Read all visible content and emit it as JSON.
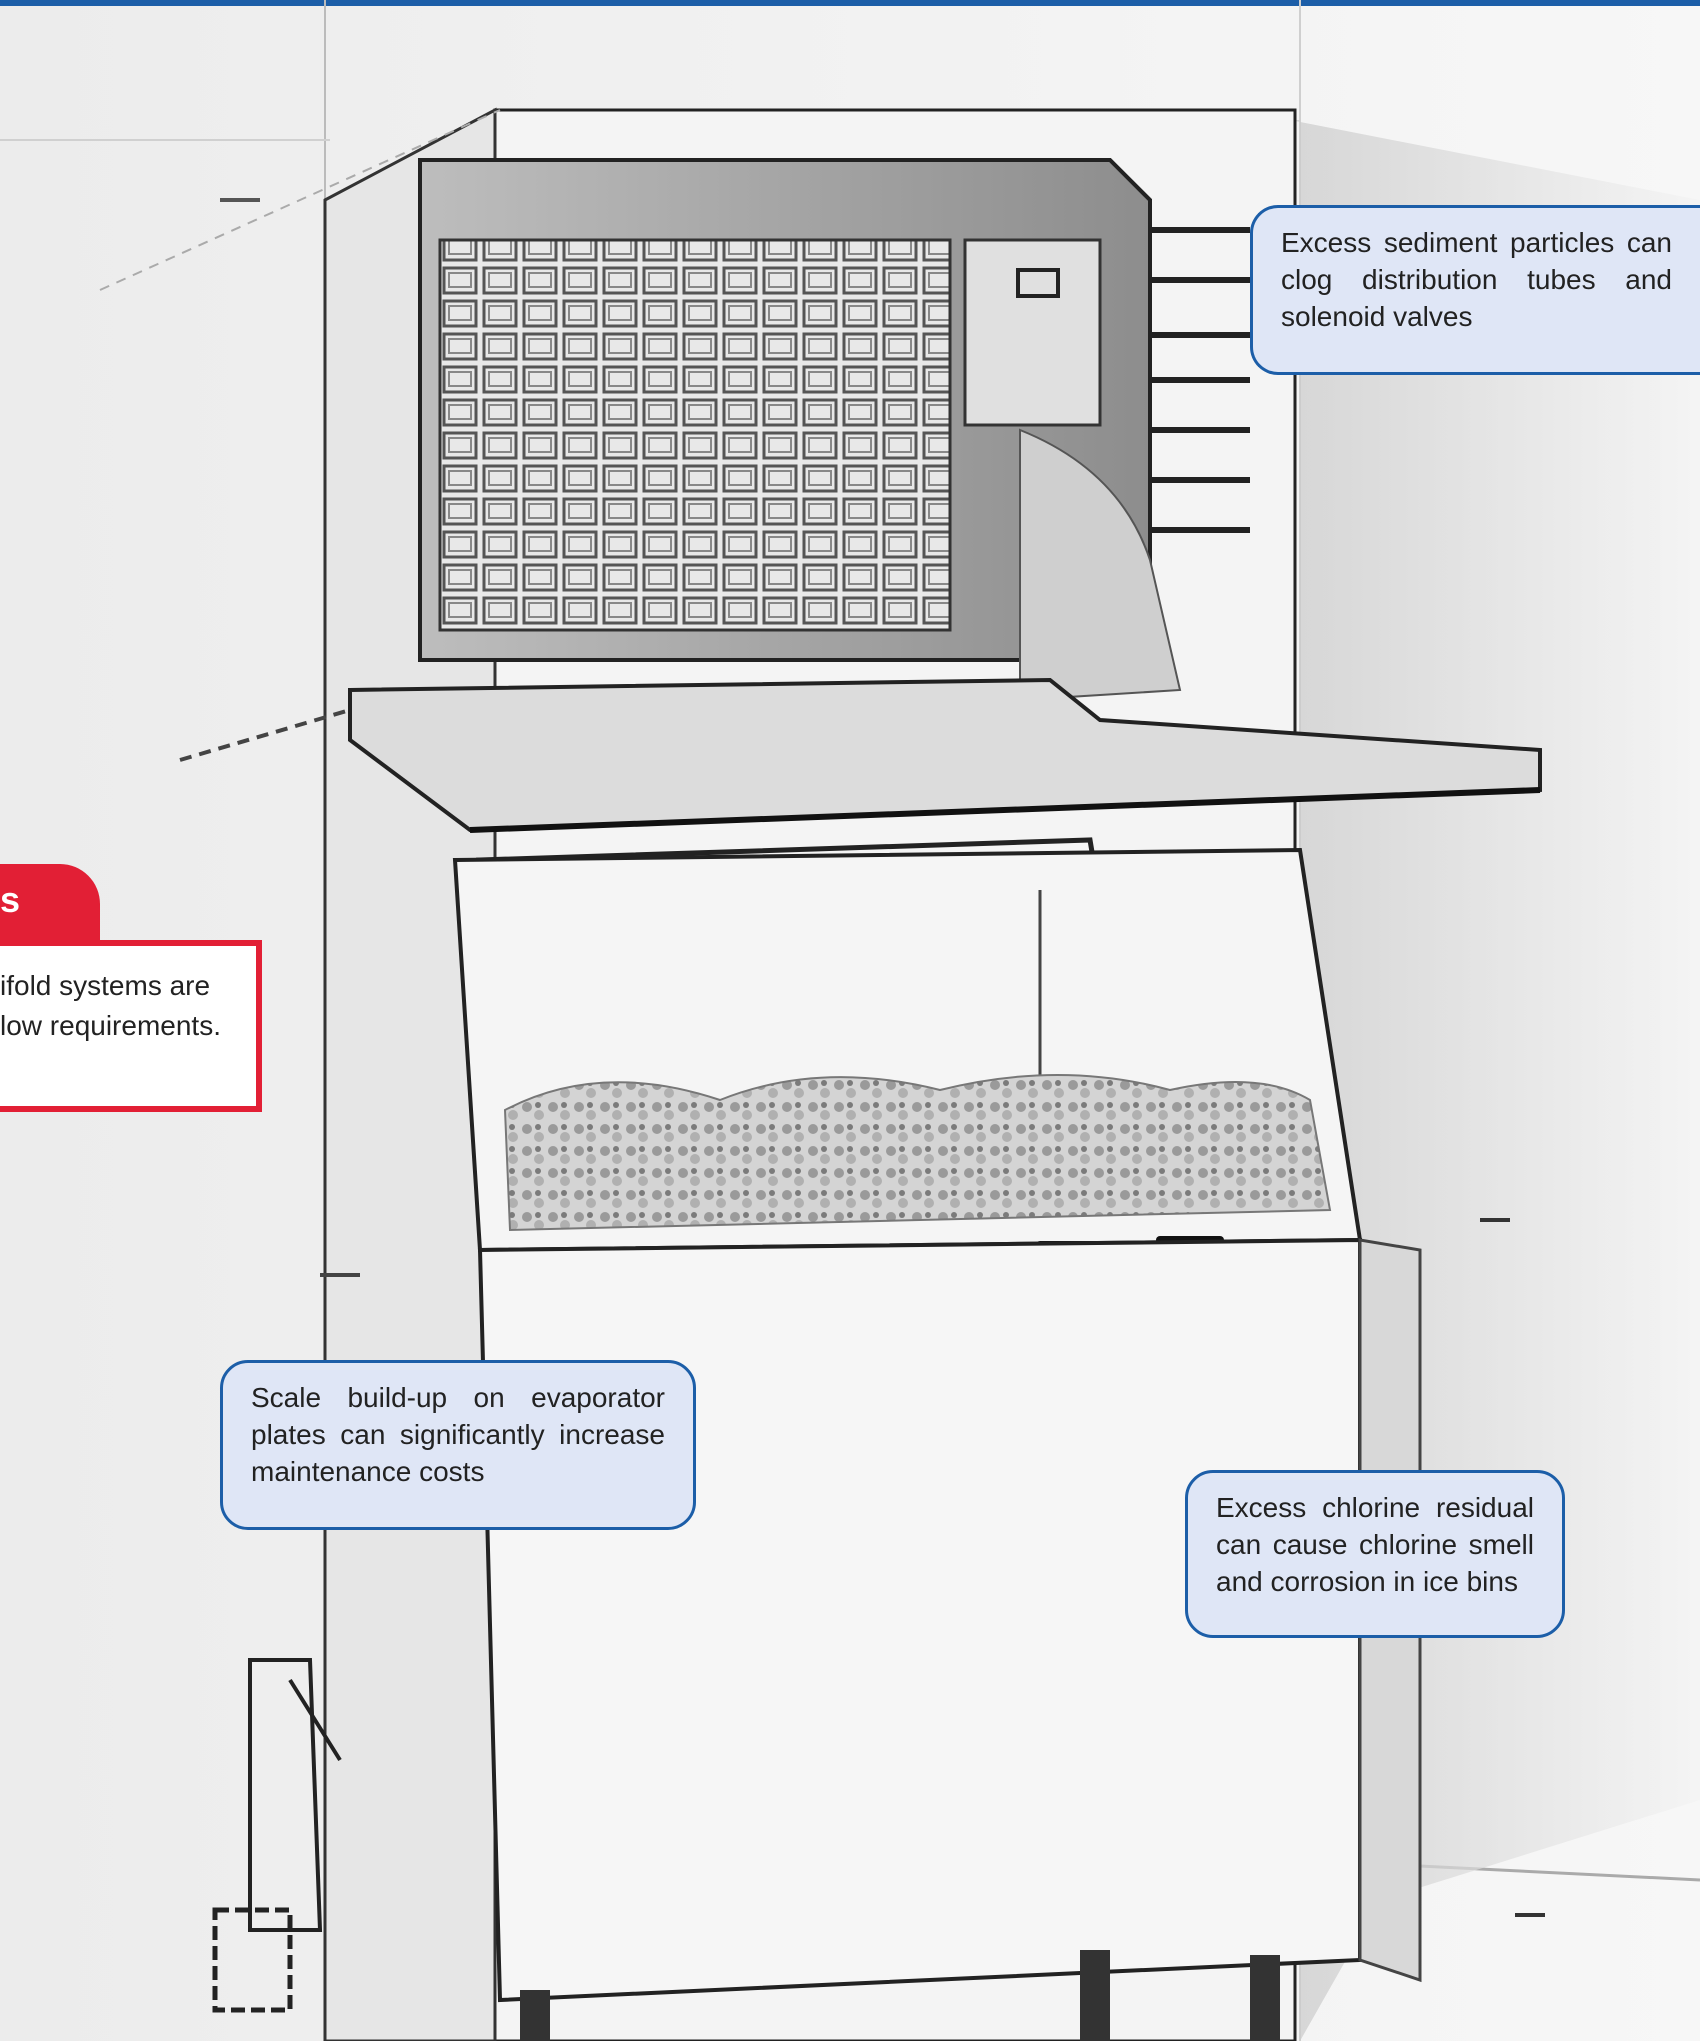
{
  "sidebar_card": {
    "tab_fragment": "s",
    "text_line_1": "ifold systems are",
    "text_line_2": "low requirements."
  },
  "callouts": {
    "sediment": "Excess sediment particles can clog distribution tubes and solenoid valves",
    "scale": "Scale build-up on evaporator plates can significantly increase maintenance costs",
    "chlorine": "Excess chlorine residual can cause chlorine smell and corrosion in ice bins"
  },
  "colors": {
    "accent_blue": "#1c5ea8",
    "callout_fill": "#dfe6f6",
    "alert_red": "#e21f35"
  },
  "illustration": {
    "icon": "ice-machine-illustration"
  }
}
